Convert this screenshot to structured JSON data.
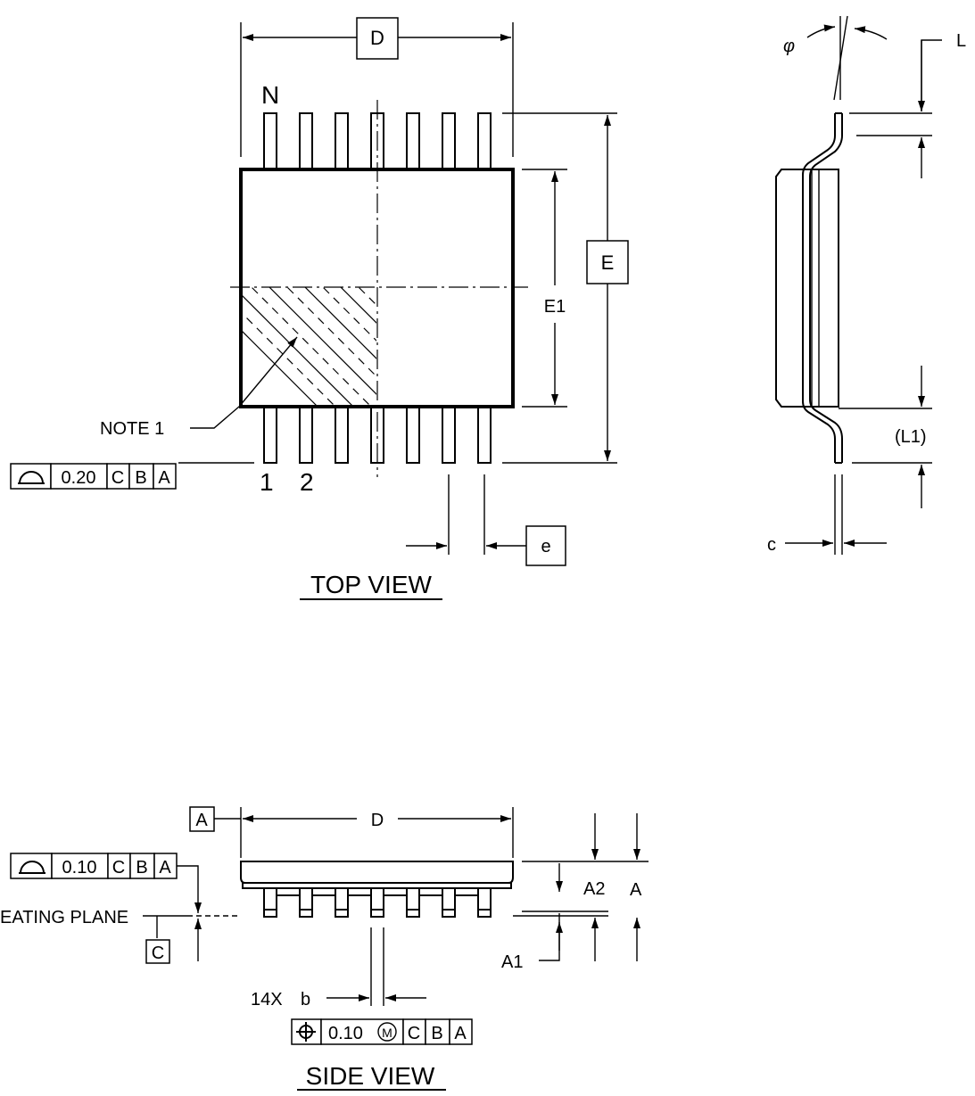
{
  "top_view": {
    "title": "TOP VIEW",
    "pin_label_n": "N",
    "pin_label_1": "1",
    "pin_label_2": "2",
    "note": "NOTE 1",
    "dims": {
      "D": "D",
      "E": "E",
      "E1": "E1",
      "e": "e"
    },
    "fcf": {
      "symbol": "profile-surface",
      "tol": "0.20",
      "refs": [
        "C",
        "B",
        "A"
      ]
    }
  },
  "end_view": {
    "dims": {
      "phi": "φ",
      "L": "L",
      "L1": "(L1)",
      "c": "c"
    }
  },
  "side_view": {
    "title": "SIDE VIEW",
    "datum_a": "A",
    "datum_c": "C",
    "seating_plane": "EATING  PLANE",
    "dims": {
      "D": "D",
      "A": "A",
      "A2": "A2",
      "A1": "A1",
      "b_count": "14X",
      "b": "b"
    },
    "fcf_top": {
      "symbol": "profile-surface",
      "tol": "0.10",
      "refs": [
        "C",
        "B",
        "A"
      ]
    },
    "fcf_pos": {
      "symbol": "position",
      "tol": "0.10",
      "modifier": "M",
      "refs": [
        "C",
        "B",
        "A"
      ]
    }
  }
}
